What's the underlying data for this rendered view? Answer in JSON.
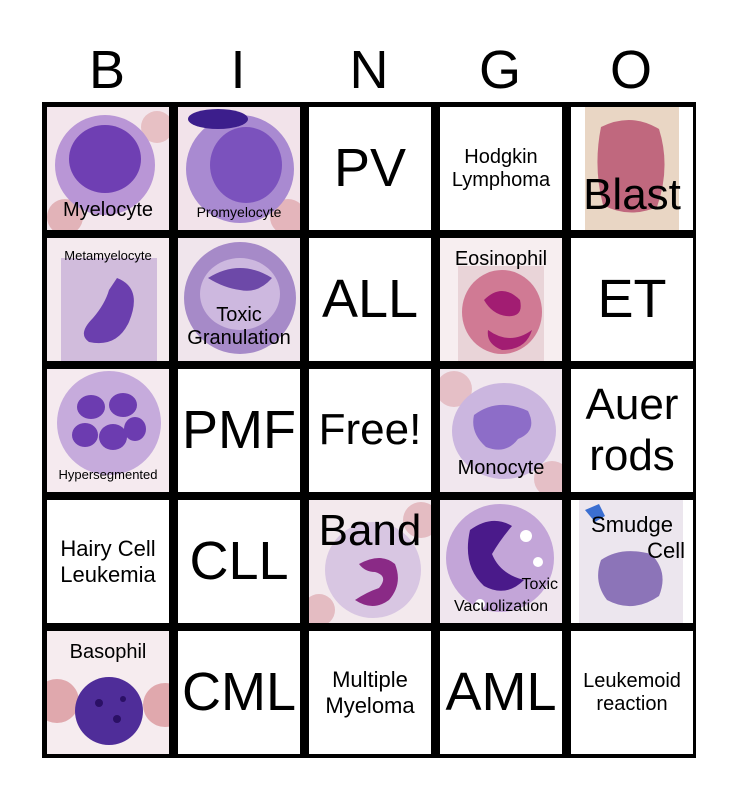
{
  "header": {
    "letters": [
      "B",
      "I",
      "N",
      "G",
      "O"
    ]
  },
  "cells": {
    "r1c1": "Myelocyte",
    "r1c2": "Promyelocyte",
    "r1c3": "PV",
    "r1c4": [
      "Hodgkin",
      "Lymphoma"
    ],
    "r1c5": "Blast",
    "r2c1": "Metamyelocyte",
    "r2c2": [
      "Toxic",
      "Granulation"
    ],
    "r2c3": "ALL",
    "r2c4": "Eosinophil",
    "r2c5": "ET",
    "r3c1": "Hypersegmented",
    "r3c2": "PMF",
    "r3c3": "Free!",
    "r3c4": "Monocyte",
    "r3c5": [
      "Auer",
      "rods"
    ],
    "r4c1": [
      "Hairy Cell",
      "Leukemia"
    ],
    "r4c2": "CLL",
    "r4c3": "Band",
    "r4c4": [
      "Toxic",
      "Vacuolization"
    ],
    "r4c5": [
      "Smudge",
      "Cell"
    ],
    "r5c1": "Basophil",
    "r5c2": "CML",
    "r5c3": [
      "Multiple",
      "Myeloma"
    ],
    "r5c4": "AML",
    "r5c5": [
      "Leukemoid",
      "reaction"
    ]
  },
  "colors": {
    "grid": "#000000",
    "cell_bg": "#ffffff",
    "cell_stain": "#7c4fb8",
    "cytoplasm": "#c9a9d6",
    "rbc": "#e7b8b8"
  }
}
